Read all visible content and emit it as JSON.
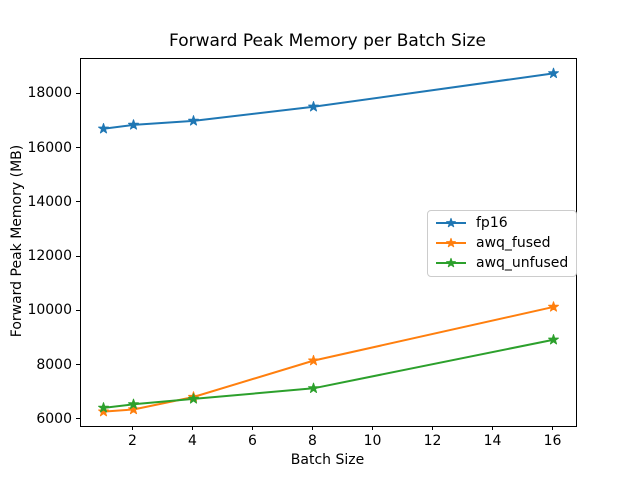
{
  "figure": {
    "background": "#ffffff",
    "title": "Forward Peak Memory per Batch Size",
    "xlabel": "Batch Size",
    "ylabel": "Forward Peak Memory (MB)"
  },
  "chart_data": {
    "type": "line",
    "title": "Forward Peak Memory per Batch Size",
    "xlabel": "Batch Size",
    "ylabel": "Forward Peak Memory (MB)",
    "x": [
      1,
      2,
      4,
      8,
      16
    ],
    "series": [
      {
        "name": "fp16",
        "color": "#1f77b4",
        "values": [
          16730,
          16870,
          17020,
          17540,
          18770
        ]
      },
      {
        "name": "awq_fused",
        "color": "#ff7f0e",
        "values": [
          6300,
          6380,
          6840,
          8180,
          10160
        ]
      },
      {
        "name": "awq_unfused",
        "color": "#2ca02c",
        "values": [
          6440,
          6570,
          6770,
          7160,
          8950
        ]
      }
    ],
    "marker": "star",
    "line_width": 2,
    "xlim": [
      0.25,
      16.75
    ],
    "ylim": [
      5770,
      19300
    ],
    "xticks": [
      2,
      4,
      6,
      8,
      10,
      12,
      14,
      16
    ],
    "xtick_labels": [
      "2",
      "4",
      "6",
      "8",
      "10",
      "12",
      "14",
      "16"
    ],
    "yticks": [
      6000,
      8000,
      10000,
      12000,
      14000,
      16000,
      18000
    ],
    "ytick_labels": [
      "6000",
      "8000",
      "10000",
      "12000",
      "14000",
      "16000",
      "18000"
    ],
    "grid": false,
    "legend_position": "center right"
  }
}
